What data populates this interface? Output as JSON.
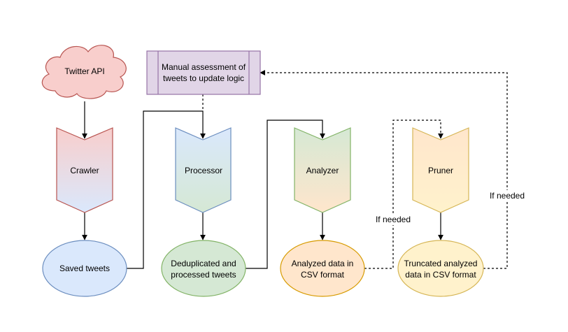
{
  "nodes": {
    "twitter_api": {
      "line1": "Twitter API",
      "fill": "#f8cecc",
      "stroke": "#b85450"
    },
    "manual": {
      "line1": "Manual assessment of",
      "line2": "tweets to update logic",
      "fill": "#e1d5e7",
      "stroke": "#9673a6"
    },
    "crawler": {
      "line1": "Crawler",
      "fill_top": "#f8cecc",
      "fill_bottom": "#dae8fc",
      "stroke": "#b85450"
    },
    "processor": {
      "line1": "Processor",
      "fill_top": "#dae8fc",
      "fill_bottom": "#d5e8d4",
      "stroke": "#6c8ebf"
    },
    "analyzer": {
      "line1": "Analyzer",
      "fill_top": "#d5e8d4",
      "fill_bottom": "#ffe6cc",
      "stroke": "#82b366"
    },
    "pruner": {
      "line1": "Pruner",
      "fill_top": "#ffe6cc",
      "fill_bottom": "#fff2cc",
      "stroke": "#d6b656"
    },
    "saved_tweets": {
      "line1": "Saved tweets",
      "fill": "#dae8fc",
      "stroke": "#6c8ebf"
    },
    "dedup": {
      "line1": "Deduplicated and",
      "line2": "processed tweets",
      "fill": "#d5e8d4",
      "stroke": "#82b366"
    },
    "analyzed_csv": {
      "line1": "Analyzed data in",
      "line2": "CSV format",
      "fill": "#ffe6cc",
      "stroke": "#d79b00"
    },
    "truncated_csv": {
      "line1": "Truncated analyzed",
      "line2": "data in CSV format",
      "fill": "#fff2cc",
      "stroke": "#d6b656"
    }
  },
  "edge_labels": {
    "if_needed_left": "If needed",
    "if_needed_right": "If needed"
  }
}
